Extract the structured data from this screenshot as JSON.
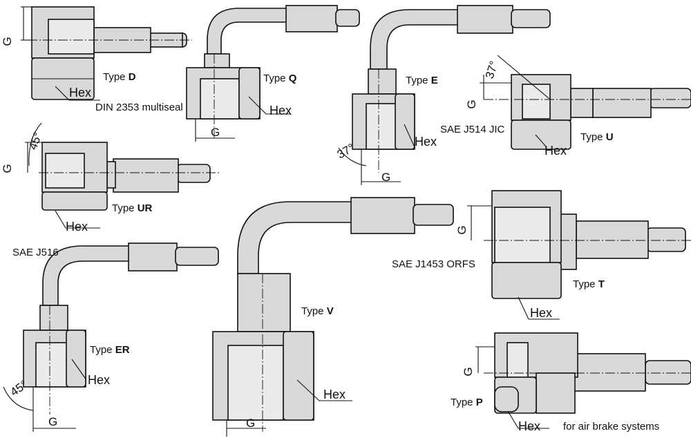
{
  "figure": {
    "fittings": [
      {
        "id": "D",
        "type_word": "Type",
        "type_letter": "D",
        "hex": "Hex",
        "g": "G",
        "note": "DIN 2353 multiseal"
      },
      {
        "id": "Q",
        "type_word": "Type",
        "type_letter": "Q",
        "hex": "Hex",
        "g": "G"
      },
      {
        "id": "E",
        "type_word": "Type",
        "type_letter": "E",
        "hex": "Hex",
        "g": "G",
        "angle": "37°"
      },
      {
        "id": "U",
        "type_word": "Type",
        "type_letter": "U",
        "hex": "Hex",
        "g": "G",
        "angle": "37°",
        "note": "SAE J514 JIC"
      },
      {
        "id": "UR",
        "type_word": "Type",
        "type_letter": "UR",
        "hex": "Hex",
        "g": "G",
        "angle": "45°"
      },
      {
        "id": "ER",
        "type_word": "Type",
        "type_letter": "ER",
        "hex": "Hex",
        "g": "G",
        "angle": "45°",
        "note": "SAE J516"
      },
      {
        "id": "V",
        "type_word": "Type",
        "type_letter": "V",
        "hex": "Hex",
        "g": "G"
      },
      {
        "id": "T",
        "type_word": "Type",
        "type_letter": "T",
        "hex": "Hex",
        "g": "G",
        "note": "SAE J1453 ORFS"
      },
      {
        "id": "P",
        "type_word": "Type",
        "type_letter": "P",
        "hex": "Hex",
        "g": "G",
        "note": "for air brake systems"
      }
    ]
  }
}
